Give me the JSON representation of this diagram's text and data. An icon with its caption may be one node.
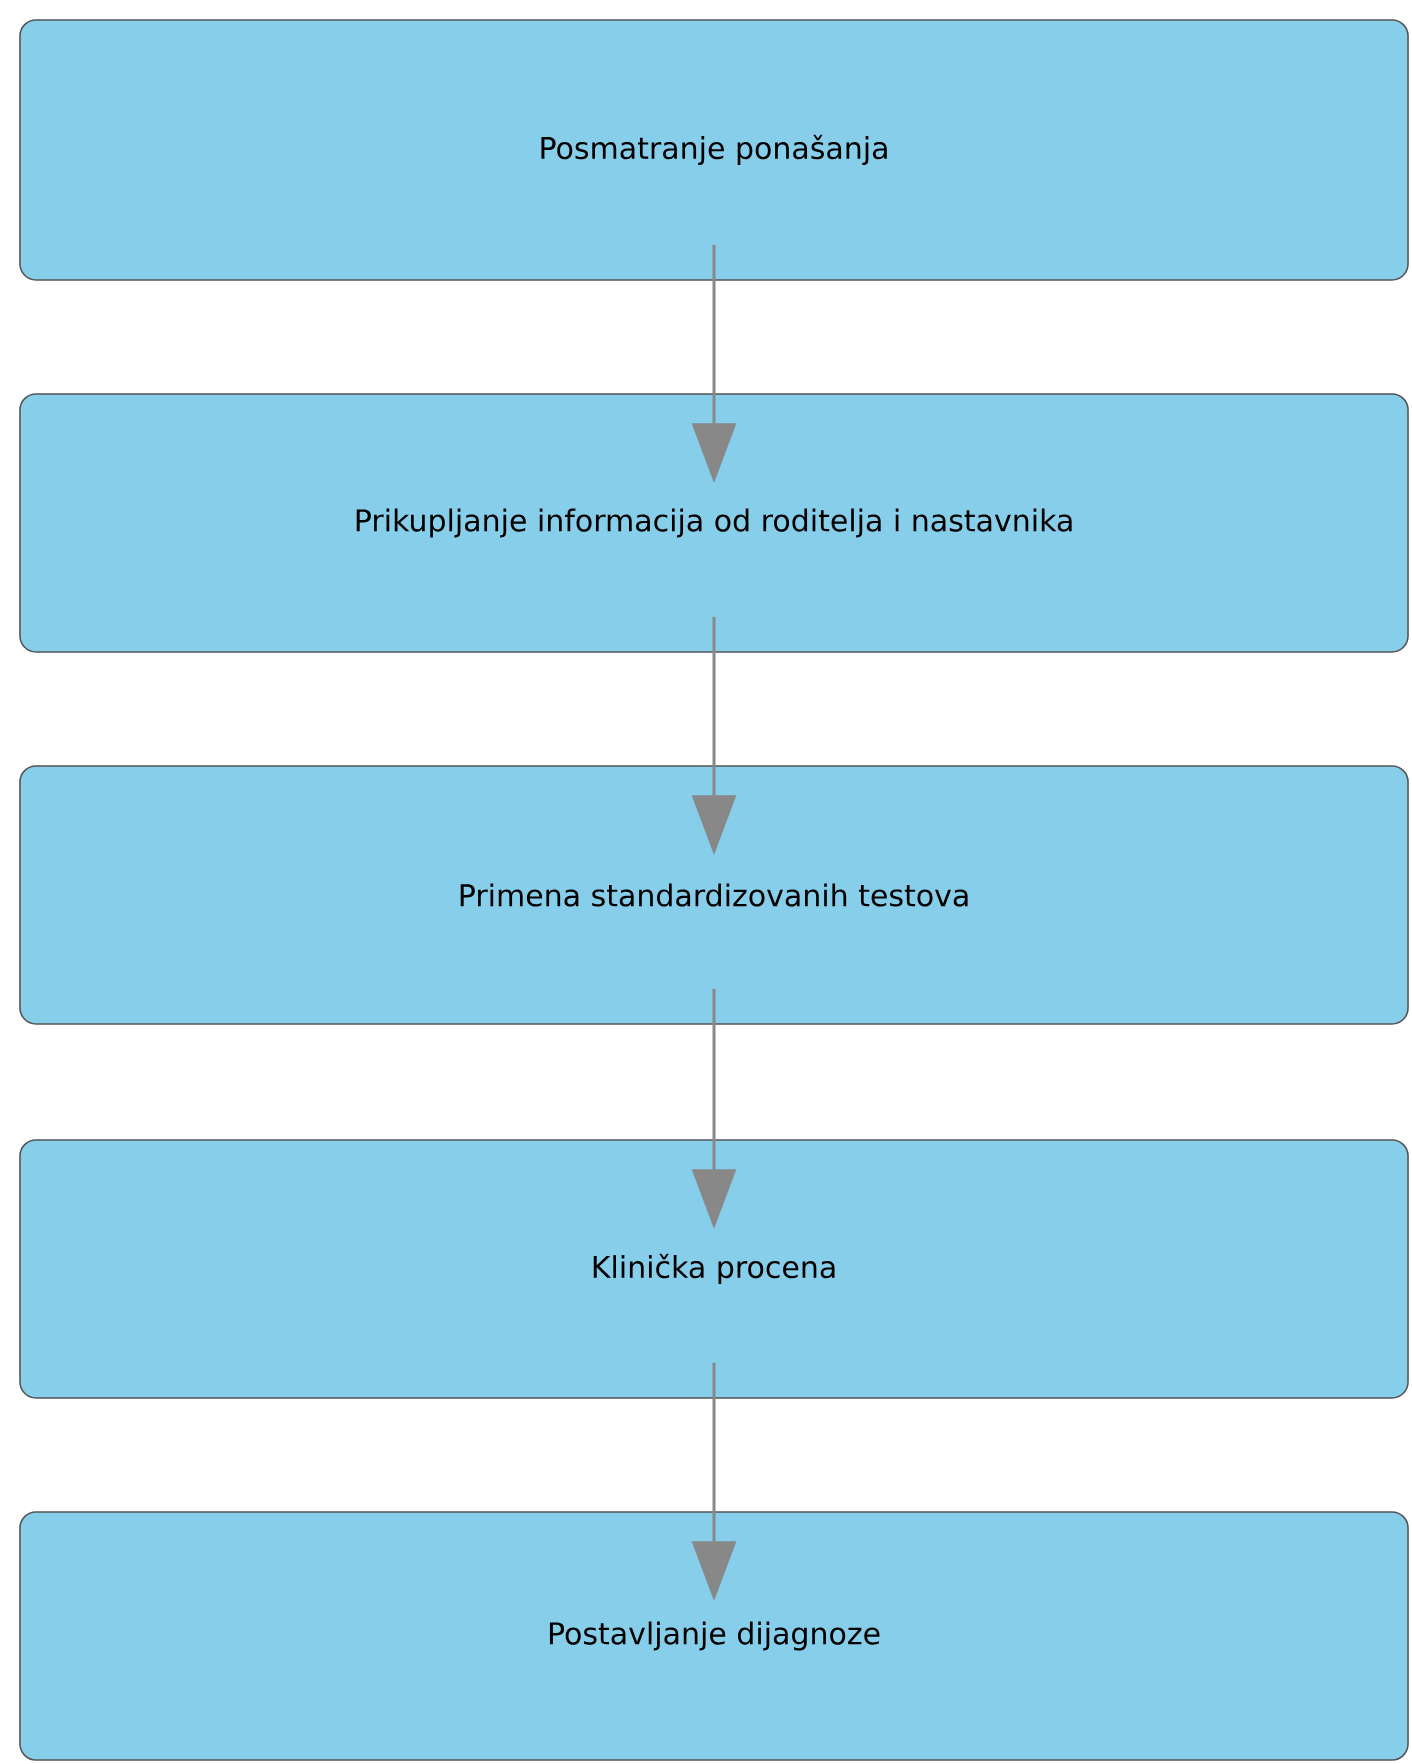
{
  "diagram": {
    "nodes": [
      {
        "text": [
          "Posmatranje ponašanja"
        ]
      },
      {
        "text": [
          "Prikupljanje informacija od roditelja i nastavnika"
        ]
      },
      {
        "text": [
          "Primena standardizovanih testova"
        ]
      },
      {
        "text": [
          "Klinička procena"
        ]
      },
      {
        "text": [
          "Postavljanje dijagnoze"
        ]
      }
    ],
    "edges": [
      {
        "from": 0,
        "to": 1,
        "arrow": "to"
      },
      {
        "from": 1,
        "to": 2,
        "arrow": "to"
      },
      {
        "from": 2,
        "to": 3,
        "arrow": "to"
      },
      {
        "from": 3,
        "to": 4,
        "arrow": "to"
      }
    ]
  }
}
